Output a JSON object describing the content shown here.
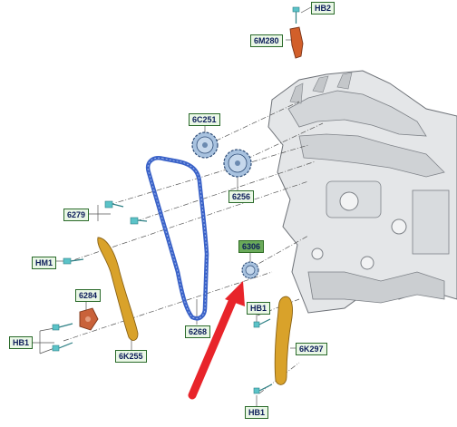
{
  "labels": {
    "hb2": "HB2",
    "c6m280": "6M280",
    "c6c251": "6C251",
    "c6256": "6256",
    "c6279": "6279",
    "hm1": "HM1",
    "c6306": "6306",
    "c6284": "6284",
    "hb1_left": "HB1",
    "hb1_right_top": "HB1",
    "c6268": "6268",
    "c6k255": "6K255",
    "c6k297": "6K297",
    "hb1_bottom": "HB1"
  },
  "colors": {
    "chain": "#3a62c8",
    "gear": "#a8c2df",
    "guide": "#d9a22a",
    "tensioner": "#c9623a",
    "engine": "#e4e6e8",
    "arrow": "#e8242a",
    "callout_bg": "#eaf7e6",
    "callout_highlight": "#6aaa5a",
    "bolt": "#5bc3c8"
  }
}
